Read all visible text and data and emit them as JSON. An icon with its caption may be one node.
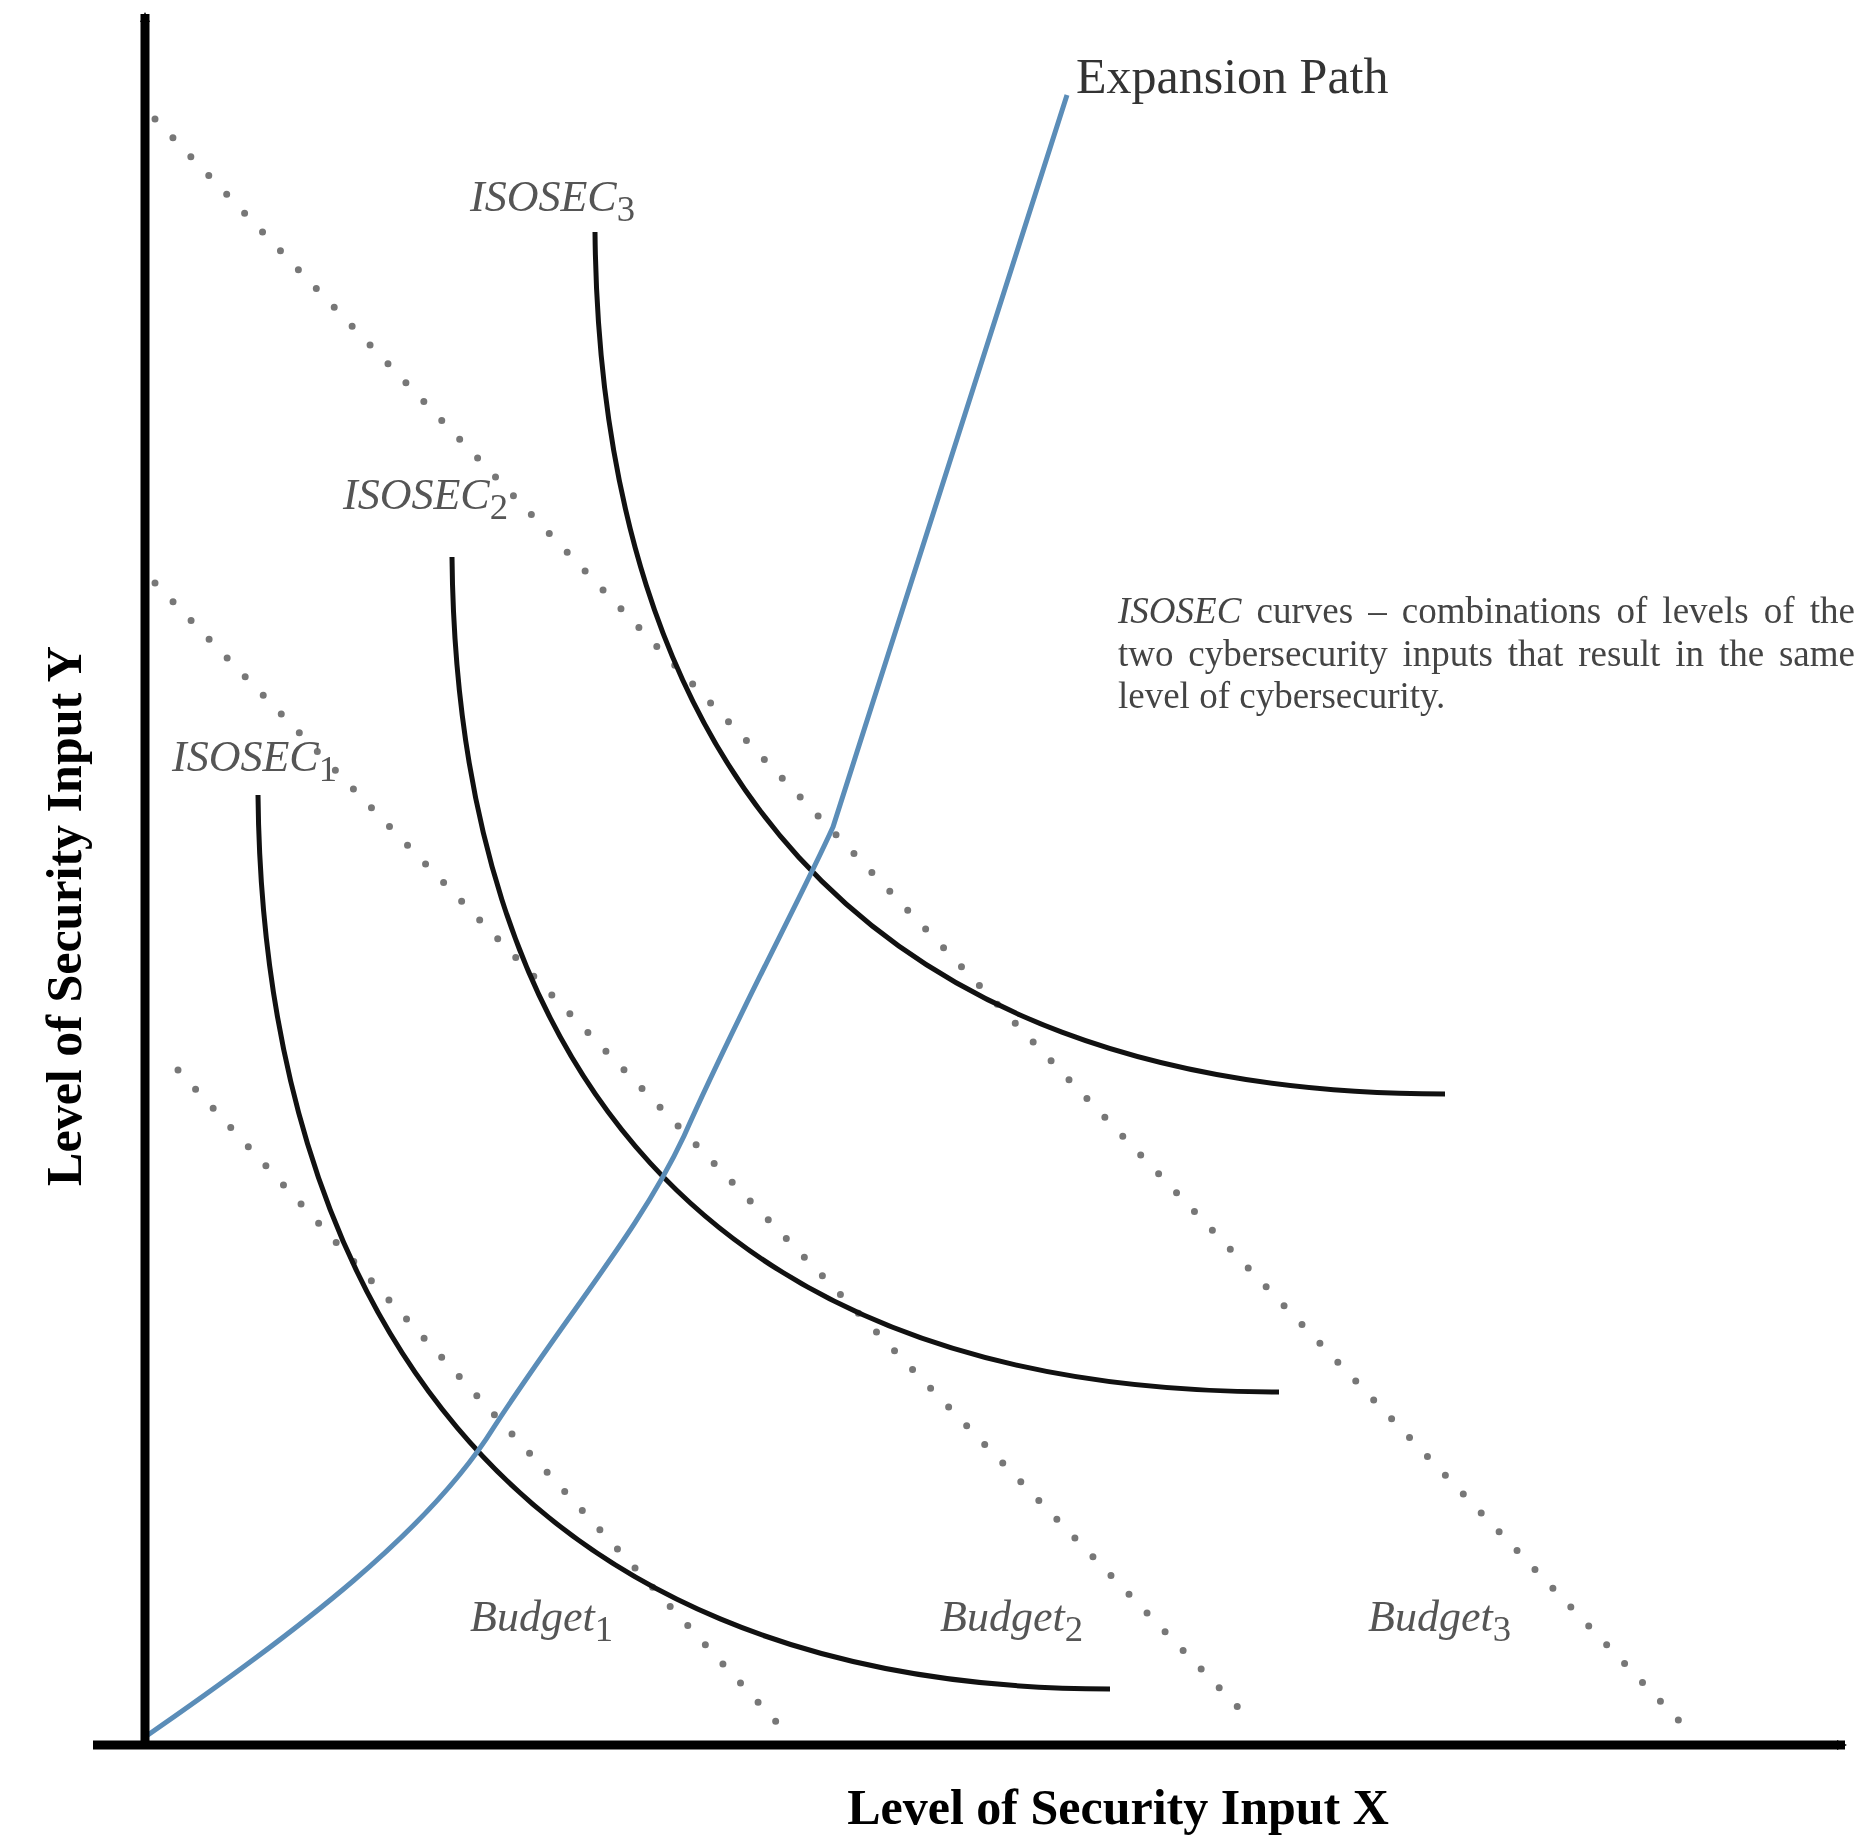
{
  "diagram": {
    "labels": [
      "Expansion Path",
      "*ISOSEC*$_{3}$",
      "*ISOSEC*$_{2}$",
      "*ISOSEC* curves – combinations of levels of the two cybersecurity inputs that result in the same level of cybersecurity.",
      "*ISOSEC*$_{1}$",
      "Level of Security Input Y",
      "*Budget*$_{1}$",
      "*Budget*$_{2}$",
      "*Budget*$_{3}$",
      "Level of Security Input X"
    ]
  }
}
